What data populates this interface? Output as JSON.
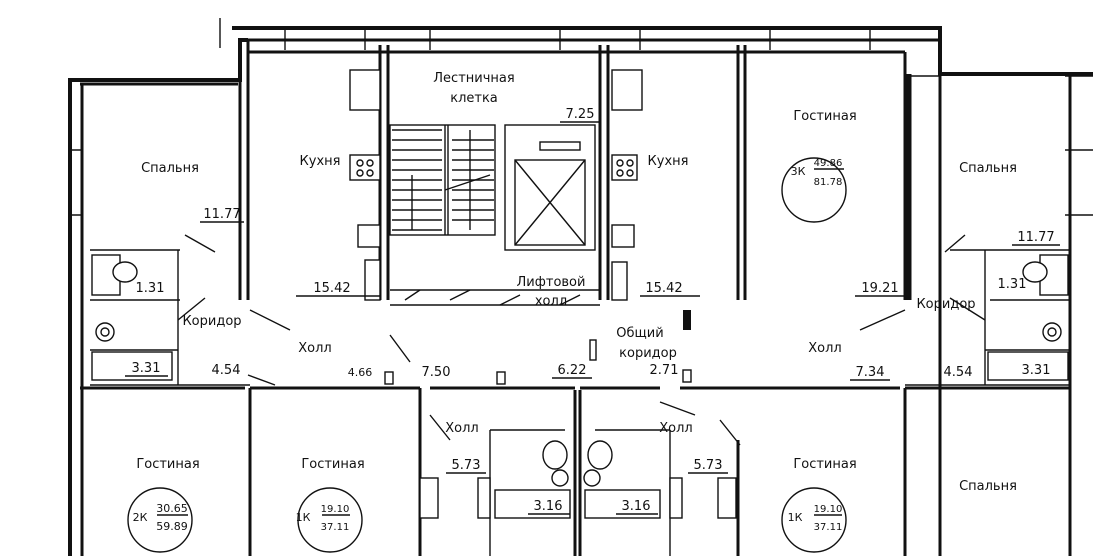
{
  "rooms": {
    "stair": [
      "Лестничная",
      "клетка"
    ],
    "lift_hall": [
      "Лифтовой",
      "холл"
    ],
    "common_corridor": [
      "Общий",
      "коридор"
    ],
    "left_bedroom": "Спальня",
    "left_kitchen": "Кухня",
    "right_kitchen": "Кухня",
    "right_living": "Гостиная",
    "right_bedroom": "Спальня",
    "left_corridor": "Коридор",
    "right_corridor": "Коридор",
    "left_hall": "Холл",
    "right_hall": "Холл",
    "center_left_hall": "Холл",
    "center_right_hall": "Холл",
    "bottom_living_1": "Гостиная",
    "bottom_living_2": "Гостиная",
    "bottom_living_3": "Гостиная",
    "bottom_bedroom": "Спальня"
  },
  "areas": {
    "left_bedroom": "11.77",
    "right_bedroom": "11.77",
    "stair": "7.25",
    "left_wc": "1.31",
    "right_wc": "1.31",
    "left_kitchen": "15.42",
    "right_kitchen": "15.42",
    "right_top_living": "19.21",
    "left_bath": "3.31",
    "right_bath": "3.31",
    "left_corridor": "4.54",
    "right_corridor": "4.54",
    "left_hall": "4.66",
    "left_hall_2": "7.50",
    "center_corridor": "6.22",
    "common_corridor": "2.71",
    "right_hall": "7.34",
    "center_left_hall": "5.73",
    "center_right_hall": "5.73",
    "center_left_bath": "3.16",
    "center_right_bath": "3.16"
  },
  "apartments": {
    "a3k": {
      "type": "3К",
      "living": "49.86",
      "total": "81.78"
    },
    "a2k": {
      "type": "2К",
      "living": "30.65",
      "total": "59.89"
    },
    "a1k_left": {
      "type": "1К",
      "living": "19.10",
      "total": "37.11"
    },
    "a1k_right": {
      "type": "1К",
      "living": "19.10",
      "total": "37.11"
    }
  }
}
